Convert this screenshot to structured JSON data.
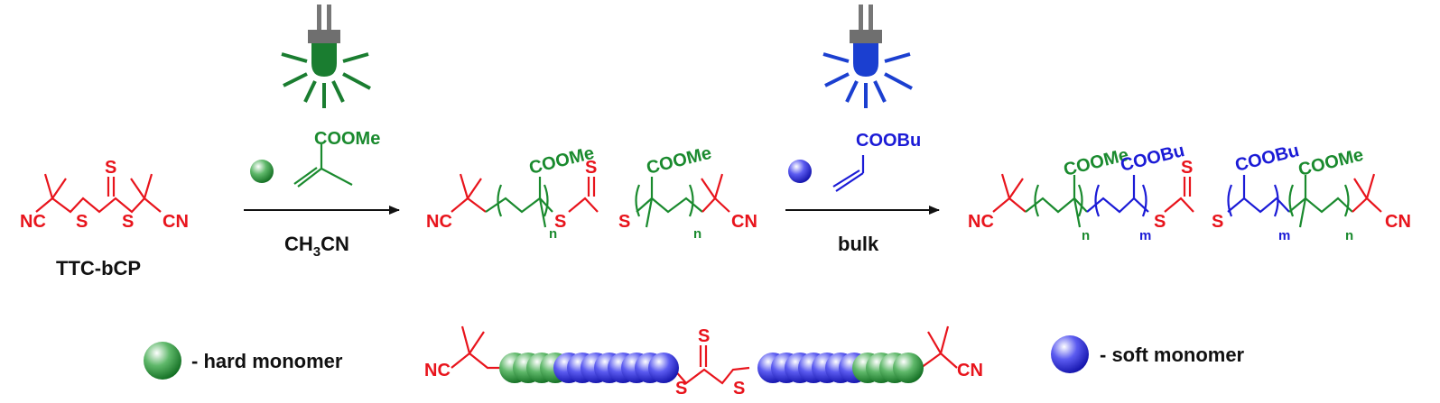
{
  "colors": {
    "hard": "#1a8a2e",
    "soft": "#1b1bd6",
    "core": "#e8141c",
    "lamp_body": "#6f6f6f"
  },
  "labels": {
    "nc": "NC",
    "cn": "CN",
    "s": "S",
    "cta_name": "TTC-bCP",
    "step1_monomer": "COOMe",
    "step1_solvent_main": "CH",
    "step1_solvent_sub": "3",
    "step1_solvent_end": "CN",
    "step2_monomer": "COOBu",
    "step2_condition": "bulk",
    "ester_me": "COOMe",
    "ester_bu": "COOBu",
    "n": "n",
    "m": "m"
  },
  "legend": {
    "hard": "- hard monomer",
    "soft": "- soft monomer"
  },
  "icons": {
    "lamp1": "green-light-lamp-icon",
    "lamp2": "blue-light-lamp-icon",
    "sphere_hard": "green-sphere-icon",
    "sphere_soft": "blue-sphere-icon"
  }
}
